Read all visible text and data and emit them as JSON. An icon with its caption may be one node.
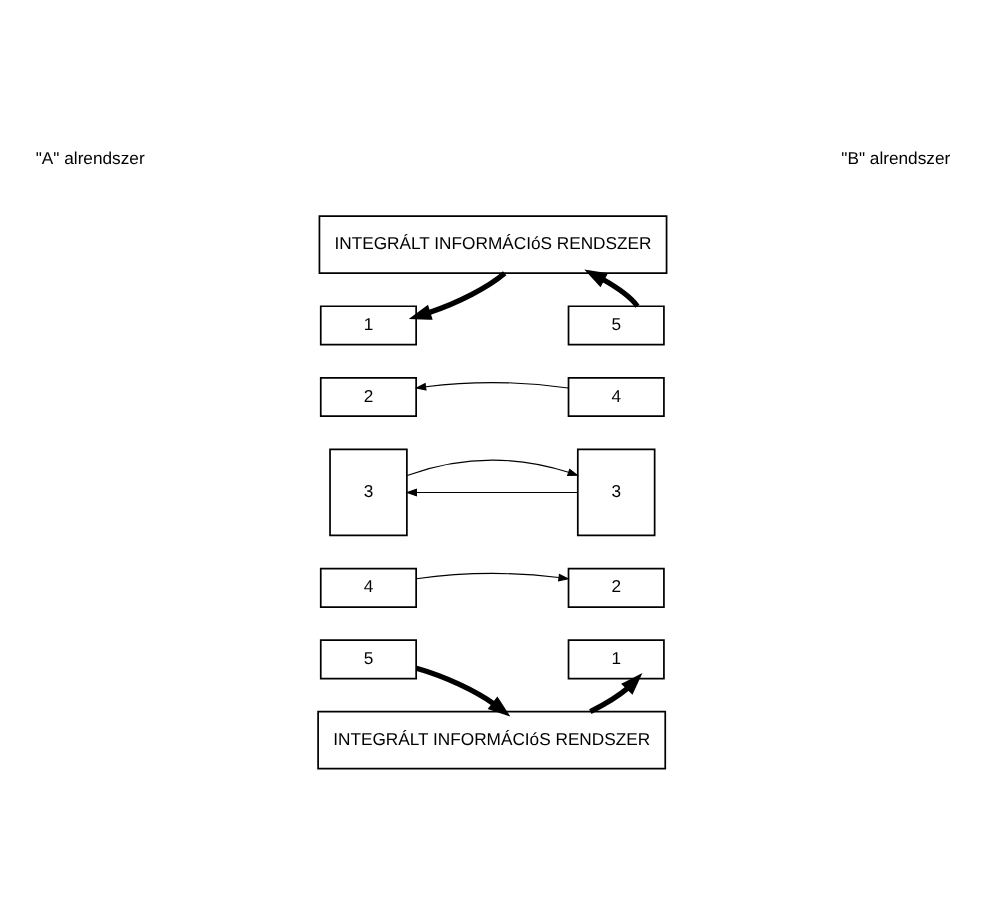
{
  "diagram": {
    "nodes": [
      {
        "text": [
          "INTEGRÁLT INFORMÁCIóS RENDSZER"
        ]
      },
      {
        "text": [
          "1"
        ]
      },
      {
        "text": [
          "2"
        ]
      },
      {
        "text": [
          "3"
        ]
      },
      {
        "text": [
          "4"
        ]
      },
      {
        "text": [
          "5"
        ]
      },
      {
        "text": [
          "5"
        ]
      },
      {
        "text": [
          "4"
        ]
      },
      {
        "text": [
          "3"
        ]
      },
      {
        "text": [
          "2"
        ]
      },
      {
        "text": [
          "1"
        ]
      },
      {
        "text": [
          "INTEGRÁLT INFORMÁCIóS RENDSZER"
        ]
      }
    ],
    "edges": [
      {
        "from": 0,
        "to": 1,
        "arrow": "to",
        "style": "thick"
      },
      {
        "from": 6,
        "to": 0,
        "arrow": "to",
        "style": "thick"
      },
      {
        "from": 7,
        "to": 2,
        "arrow": "to"
      },
      {
        "from": 8,
        "to": 3,
        "arrow": "to"
      },
      {
        "from": 3,
        "to": 8,
        "arrow": "to"
      },
      {
        "from": 4,
        "to": 9,
        "arrow": "to"
      },
      {
        "from": 5,
        "to": 11,
        "arrow": "to",
        "style": "thick"
      },
      {
        "from": 11,
        "to": 10,
        "arrow": "to",
        "style": "thick"
      }
    ],
    "labels": [
      "\"A\" alrendszer",
      "\"B\" alrendszer"
    ]
  }
}
